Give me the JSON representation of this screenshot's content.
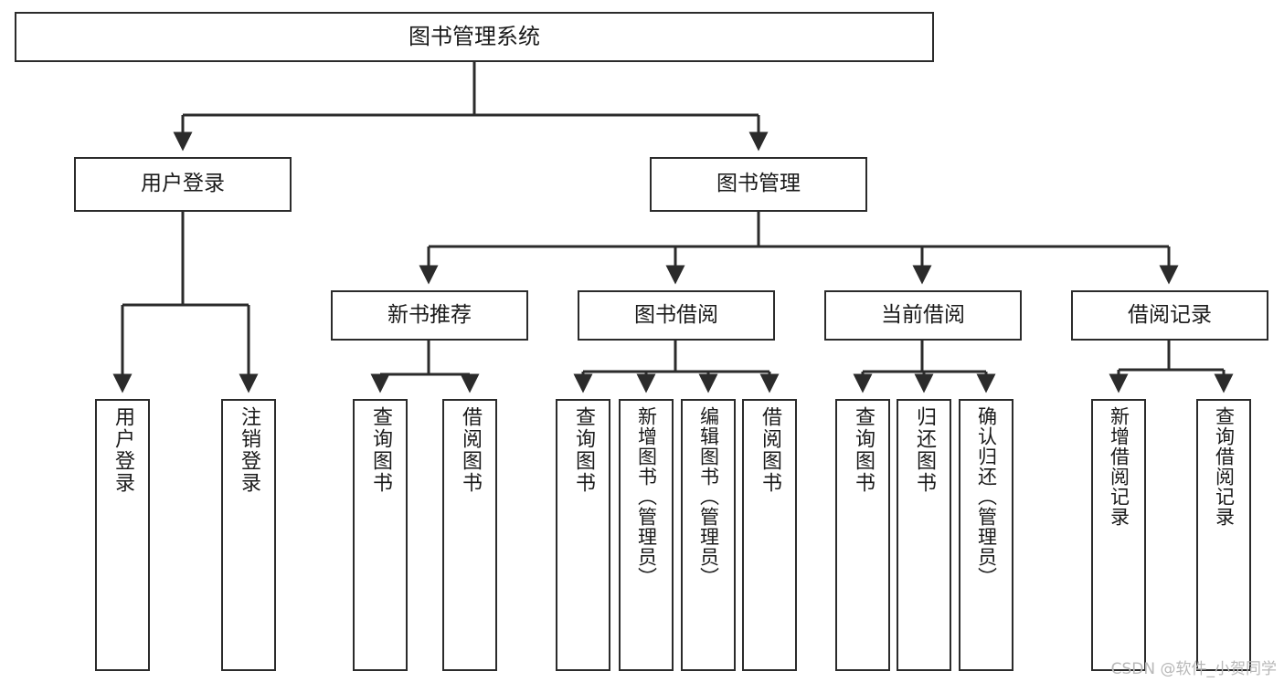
{
  "diagram": {
    "type": "tree",
    "title": "图书管理系统",
    "colors": {
      "stroke": "#2b2b2b",
      "fill": "#ffffff",
      "text": "#1a1a1a",
      "watermark": "#b8b8b8"
    },
    "root": {
      "label": "图书管理系统"
    },
    "level2": [
      {
        "label": "用户登录"
      },
      {
        "label": "图书管理"
      }
    ],
    "level3": [
      {
        "label": "新书推荐"
      },
      {
        "label": "图书借阅"
      },
      {
        "label": "当前借阅"
      },
      {
        "label": "借阅记录"
      }
    ],
    "leaves": {
      "user_login": [
        {
          "label": "用户登录"
        },
        {
          "label": "注销登录"
        }
      ],
      "new_book_rec": [
        {
          "label": "查询图书"
        },
        {
          "label": "借阅图书"
        }
      ],
      "book_borrow": [
        {
          "label": "查询图书"
        },
        {
          "label": "新增图书（管理员）"
        },
        {
          "label": "编辑图书（管理员）"
        },
        {
          "label": "借阅图书"
        }
      ],
      "current_borrow": [
        {
          "label": "查询图书"
        },
        {
          "label": "归还图书"
        },
        {
          "label": "确认归还（管理员）"
        }
      ],
      "borrow_record": [
        {
          "label": "新增借阅记录"
        },
        {
          "label": "查询借阅记录"
        }
      ]
    },
    "watermark": "CSDN @软件_小贺同学"
  }
}
